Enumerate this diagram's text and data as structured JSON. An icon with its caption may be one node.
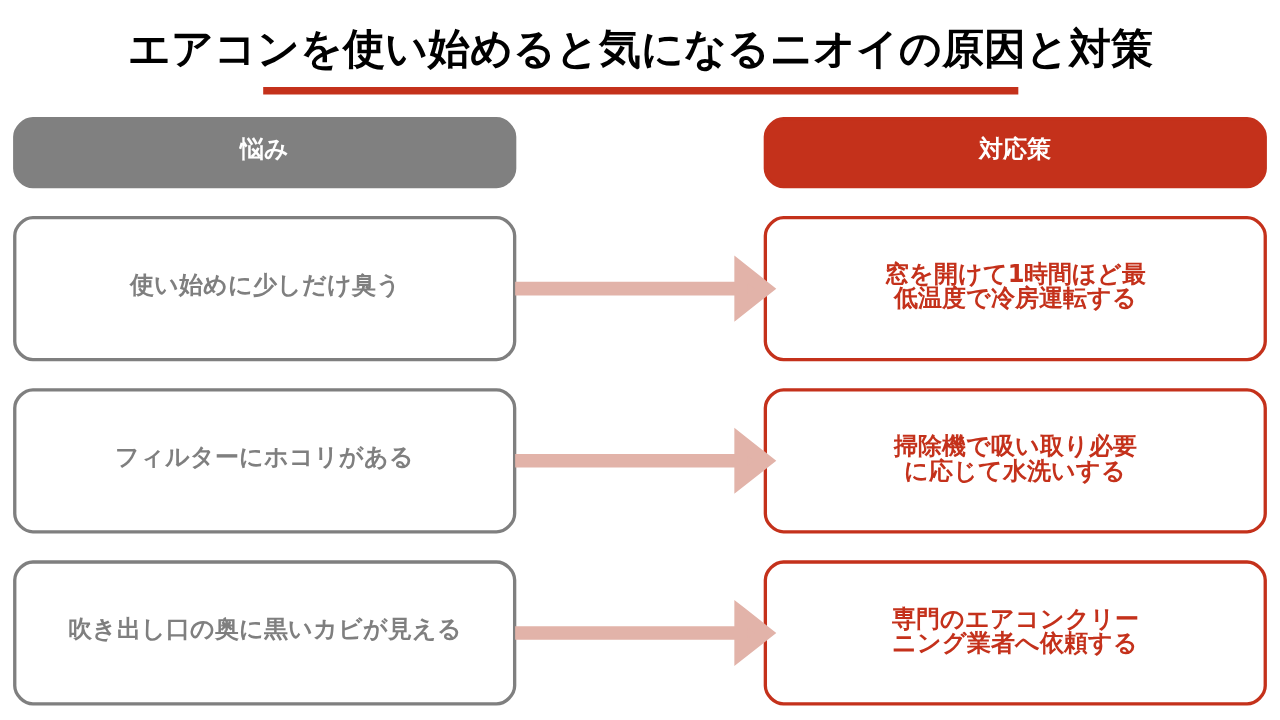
{
  "diagram": {
    "title": "エアコンを使い始めると気になるニオイの原因と対策",
    "nodes": [
      {
        "text": [
          "悩み"
        ]
      },
      {
        "text": [
          "対応策"
        ]
      },
      {
        "text": [
          "使い始めに少しだけ臭う"
        ]
      },
      {
        "text": [
          "窓を開けて1時間ほど最低温度で冷房運転する"
        ]
      },
      {
        "text": [
          "フィルターにホコリがある"
        ]
      },
      {
        "text": [
          "掃除機で吸い取り必要に応じて水洗いする"
        ]
      },
      {
        "text": [
          "吹き出し口の奥に黒いカビが見える"
        ]
      },
      {
        "text": [
          "専門のエアコンクリーニング業者へ依頼する"
        ]
      }
    ],
    "edges": [
      {
        "from": 2,
        "to": 3,
        "arrow": "to"
      },
      {
        "from": 4,
        "to": 5,
        "arrow": "to"
      },
      {
        "from": 6,
        "to": 7,
        "arrow": "to"
      }
    ]
  }
}
